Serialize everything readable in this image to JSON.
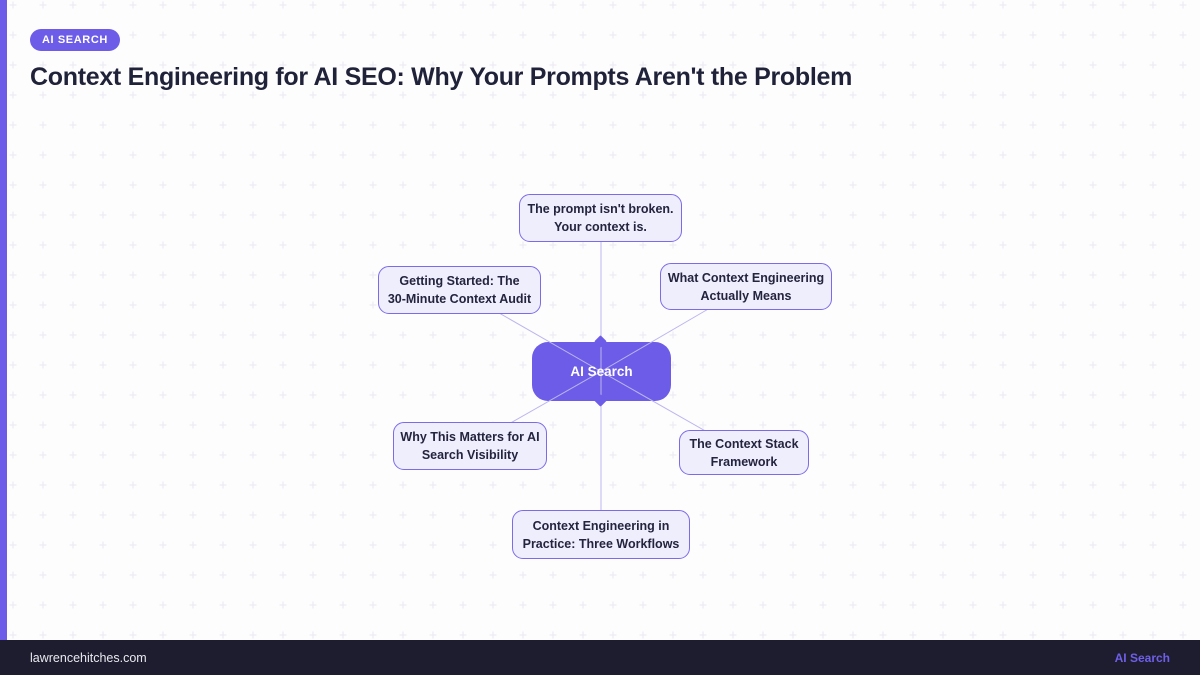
{
  "badge": {
    "label": "AI SEARCH"
  },
  "title": "Context Engineering for AI SEO: Why Your Prompts Aren't the Problem",
  "mindmap": {
    "center": {
      "label": "AI Search"
    },
    "nodes": {
      "top": {
        "label": "The prompt isn't broken.\nYour context is."
      },
      "upper_left": {
        "label": "Getting Started: The\n30-Minute Context Audit"
      },
      "upper_right": {
        "label": "What Context Engineering\nActually Means"
      },
      "lower_left": {
        "label": "Why This Matters for AI\nSearch Visibility"
      },
      "lower_right": {
        "label": "The Context Stack\nFramework"
      },
      "bottom": {
        "label": "Context Engineering in\nPractice: Three Workflows"
      }
    }
  },
  "footer": {
    "site": "lawrencehitches.com",
    "category": "AI Search"
  },
  "colors": {
    "accent": "#6c5ce7",
    "node_fill": "#efeefc",
    "node_border": "#7b6ae9",
    "connector": "#bcb6ee",
    "title_text": "#1f2238",
    "node_text": "#24243f",
    "footer_bg": "#1d1d2f",
    "footer_text": "#e8e8f0",
    "footer_accent": "#6f5fe8",
    "page_bg": "#fdfdfe"
  }
}
